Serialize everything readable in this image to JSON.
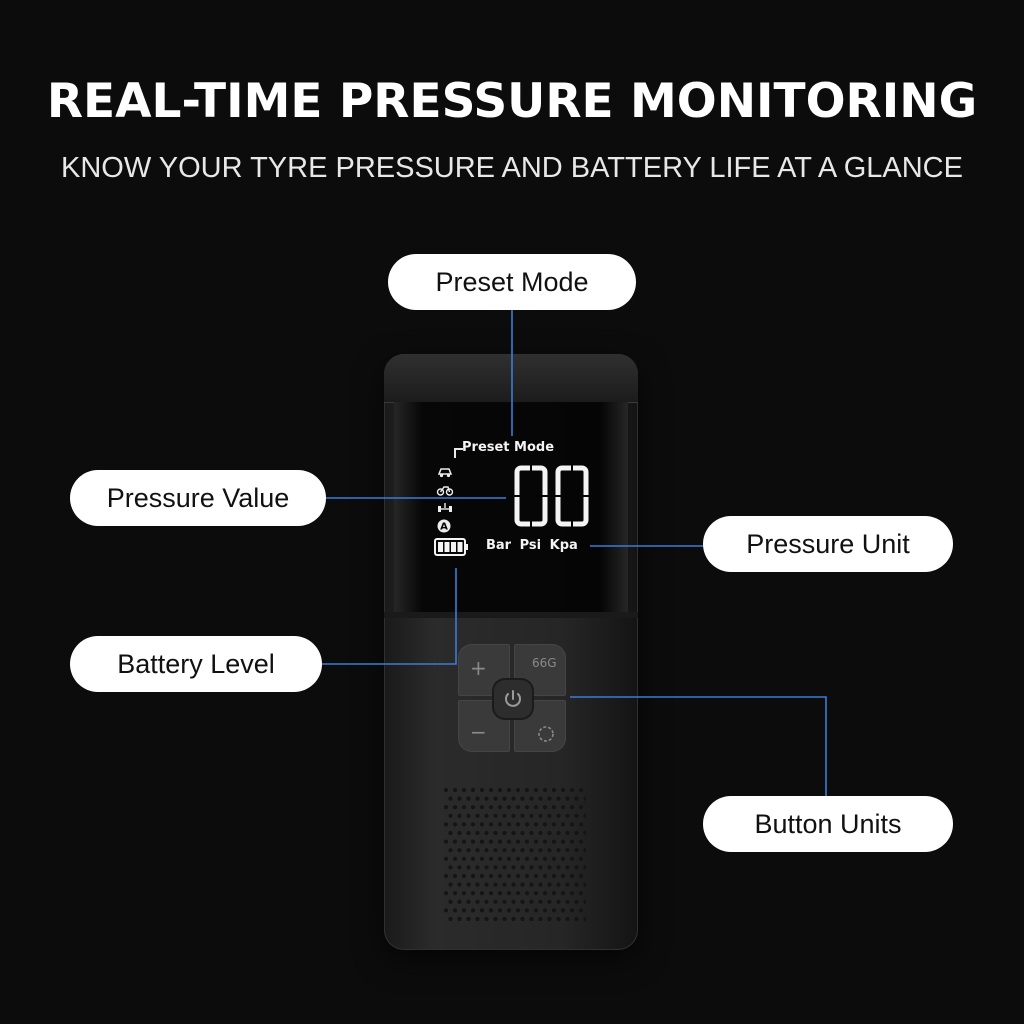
{
  "headline": "REAL-TIME PRESSURE MONITORING",
  "subheadline": "KNOW YOUR TYRE PRESSURE AND BATTERY LIFE AT A GLANCE",
  "callouts": {
    "preset_mode": "Preset Mode",
    "pressure_value": "Pressure Value",
    "pressure_unit": "Pressure Unit",
    "battery_level": "Battery Level",
    "button_units": "Button Units"
  },
  "display": {
    "preset_mode_label": "Preset Mode",
    "pressure_reading": "00",
    "units": [
      "Bar",
      "Psi",
      "Kpa"
    ],
    "battery_level_fraction": 1.0,
    "mode_icons": [
      "car-icon",
      "motorcycle-icon",
      "bicycle-icon",
      "auto-mode-icon"
    ]
  },
  "buttons": {
    "plus_label": "+",
    "minus_label": "−",
    "top_right_label": "66G",
    "center_icon": "power-icon",
    "bottom_right_icon": "light-icon"
  },
  "colors": {
    "background": "#0c0c0c",
    "leader_line": "#3d7bd9",
    "callout_fill": "#ffffff"
  }
}
